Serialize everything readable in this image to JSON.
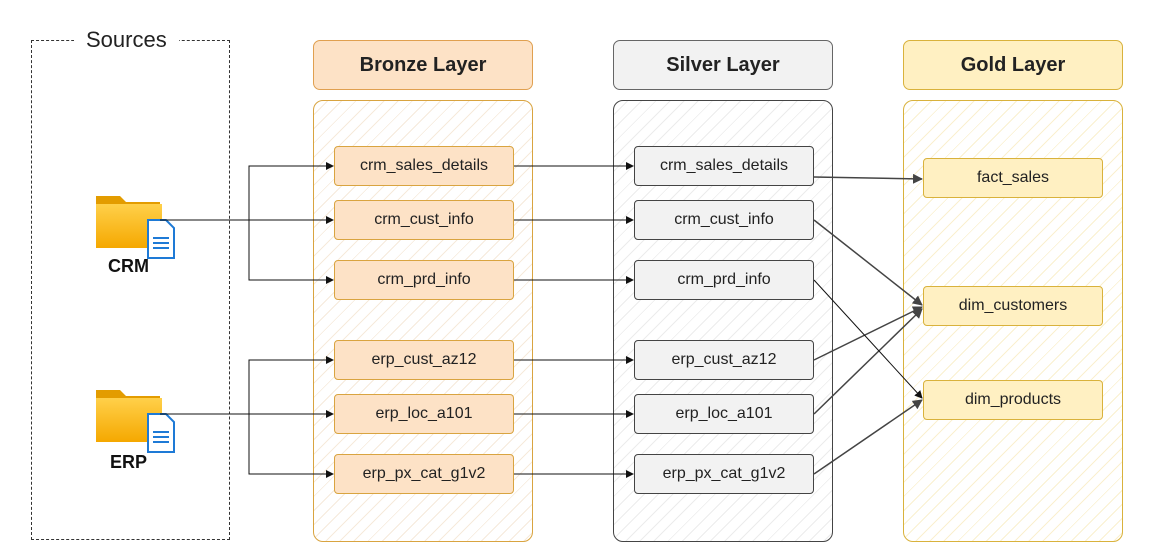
{
  "sources": {
    "title": "Sources",
    "crm": "CRM",
    "erp": "ERP"
  },
  "layers": {
    "bronze": {
      "title": "Bronze Layer"
    },
    "silver": {
      "title": "Silver Layer"
    },
    "gold": {
      "title": "Gold Layer"
    }
  },
  "tables": {
    "crm_sales_details": "crm_sales_details",
    "crm_cust_info": "crm_cust_info",
    "crm_prd_info": "crm_prd_info",
    "erp_cust_az12": "erp_cust_az12",
    "erp_loc_a101": "erp_loc_a101",
    "erp_px_cat_g1v2": "erp_px_cat_g1v2"
  },
  "gold_tables": {
    "fact_sales": "fact_sales",
    "dim_customers": "dim_customers",
    "dim_products": "dim_products"
  },
  "colors": {
    "bronze": "#fde2c6",
    "silver": "#f2f2f2",
    "gold": "#fff0c2",
    "folder": "#f7b500",
    "document": "#1e7ad6"
  }
}
